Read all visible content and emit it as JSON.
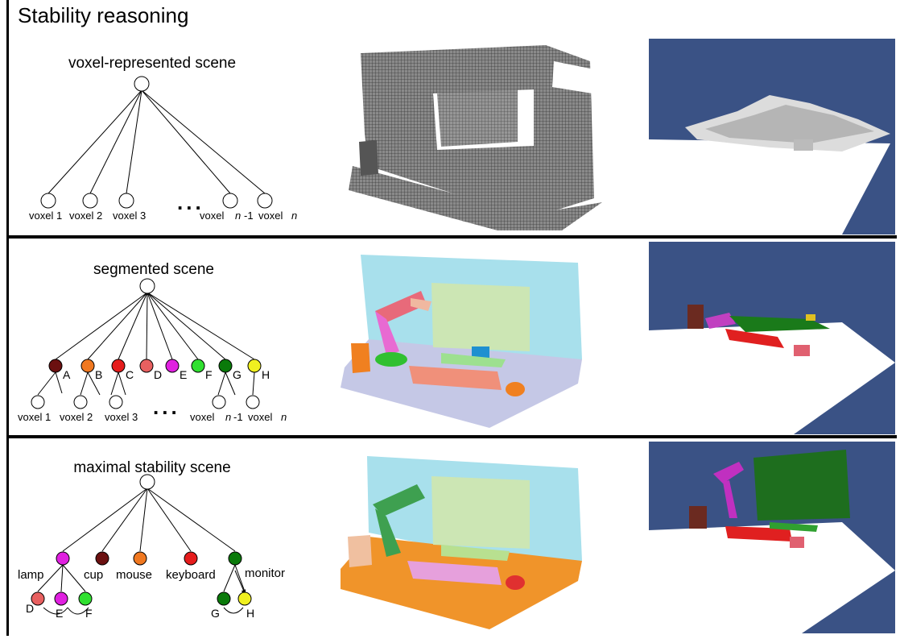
{
  "title": "Stability reasoning",
  "rows": [
    {
      "root_label": "voxel-represented scene",
      "leaf_labels": [
        "voxel 1",
        "voxel 2",
        "voxel 3",
        "voxel",
        "n",
        "-1",
        "voxel",
        "n"
      ],
      "ellipsis": "..."
    },
    {
      "root_label": "segmented scene",
      "segment_labels": [
        "A",
        "B",
        "C",
        "D",
        "E",
        "F",
        "G",
        "H"
      ],
      "segment_colors": [
        "#6b1010",
        "#f07820",
        "#e51c1c",
        "#e86060",
        "#e020e0",
        "#30e030",
        "#0a7a0a",
        "#f0f020"
      ],
      "leaf_labels": [
        "voxel 1",
        "voxel 2",
        "voxel 3",
        "voxel",
        "n",
        "-1",
        "voxel",
        "n"
      ],
      "ellipsis": "..."
    },
    {
      "root_label": "maximal stability scene",
      "object_labels": [
        "lamp",
        "cup",
        "mouse",
        "keyboard",
        "monitor"
      ],
      "object_colors": [
        "#e020e0",
        "#6b1010",
        "#f07820",
        "#e51c1c",
        "#0a7a0a"
      ],
      "part_labels": [
        "D",
        "E",
        "F",
        "G",
        "H"
      ],
      "part_colors": [
        "#e86060",
        "#e020e0",
        "#30e030",
        "#0a7a0a",
        "#f0f020"
      ]
    }
  ],
  "colors": {
    "physics_bg": "#3a5285",
    "ground": "#ffffff"
  }
}
